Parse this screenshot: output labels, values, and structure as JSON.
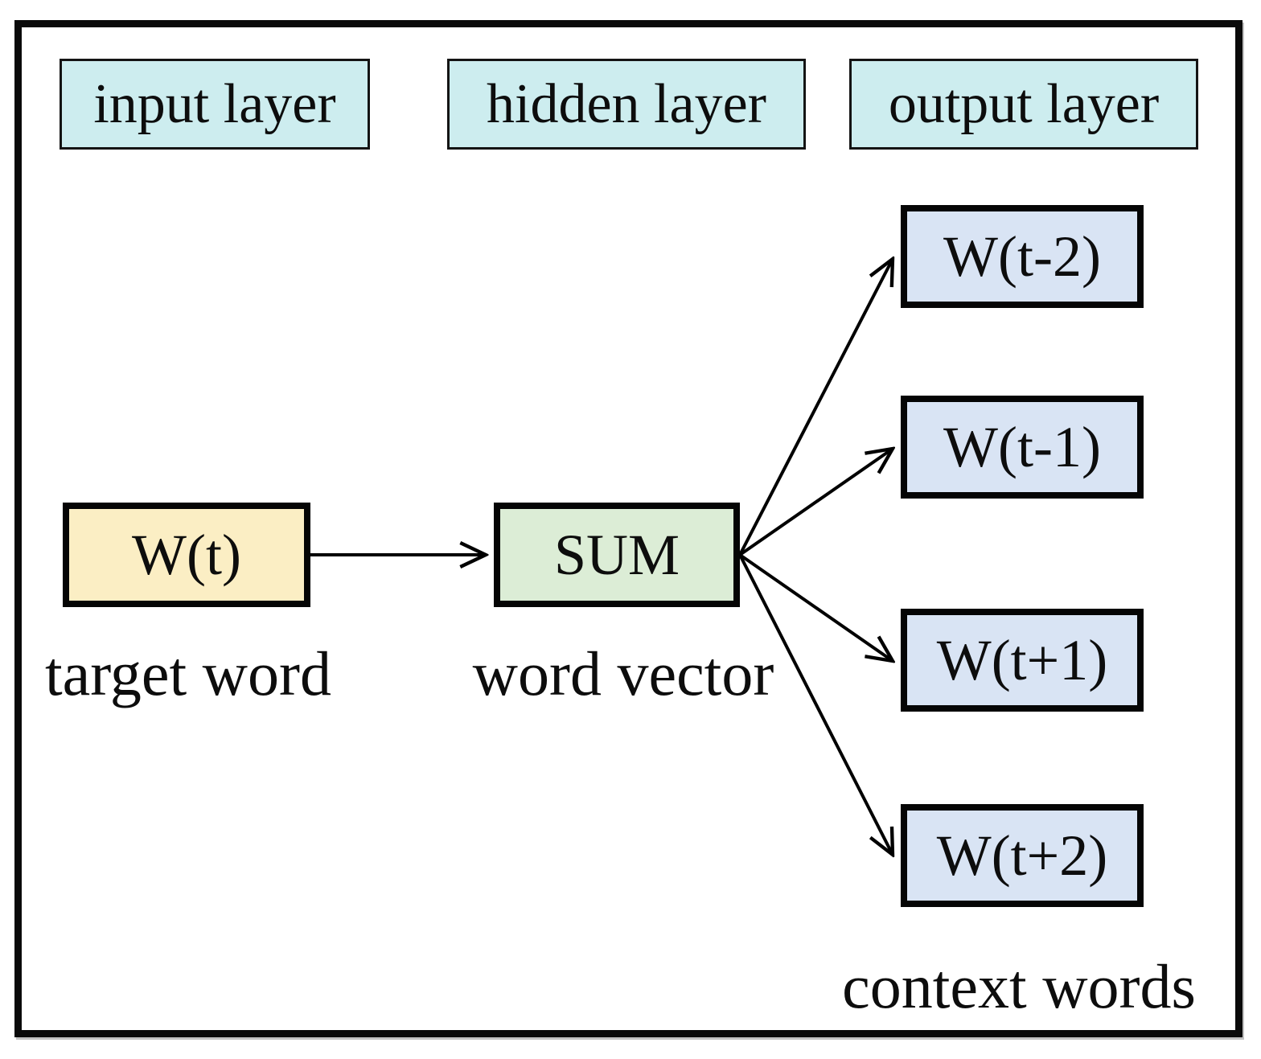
{
  "diagram": {
    "headers": [
      {
        "label": "input layer"
      },
      {
        "label": "hidden layer"
      },
      {
        "label": "output layer"
      }
    ],
    "nodes": {
      "input": {
        "label": "W(t)",
        "caption": "target word"
      },
      "hidden": {
        "label": "SUM",
        "caption": "word vector"
      },
      "outputs": [
        {
          "label": "W(t-2)"
        },
        {
          "label": "W(t-1)"
        },
        {
          "label": "W(t+1)"
        },
        {
          "label": "W(t+2)"
        }
      ],
      "outputs_caption": "context words"
    },
    "edges": [
      {
        "from": "W(t)",
        "to": "SUM"
      },
      {
        "from": "SUM",
        "to": "W(t-2)"
      },
      {
        "from": "SUM",
        "to": "W(t-1)"
      },
      {
        "from": "SUM",
        "to": "W(t+1)"
      },
      {
        "from": "SUM",
        "to": "W(t+2)"
      }
    ],
    "colors": {
      "header_fill": "#cdedef",
      "input_fill": "#fbeec4",
      "hidden_fill": "#dcedd6",
      "output_fill": "#d9e4f4",
      "line": "#000000"
    }
  }
}
